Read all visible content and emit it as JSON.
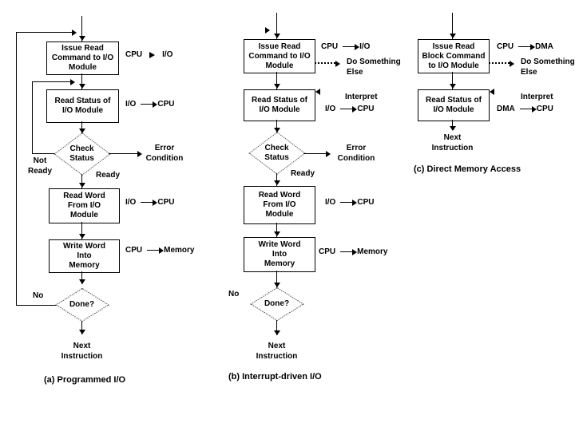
{
  "page": {
    "background": "#ffffff",
    "ink": "#000000"
  },
  "a": {
    "caption": "(a) Programmed I/O",
    "box_issue": "Issue Read\nCommand to I/O\nModule",
    "box_read_status": "Read Status of\nI/O Module",
    "diamond_check": "Check\nStatus",
    "label_error": "Error\nCondition",
    "label_not_ready": "Not\nReady",
    "label_ready": "Ready",
    "box_read_word": "Read Word\nFrom I/O\nModule",
    "box_write_word": "Write Word\nInto\nMemory",
    "label_no": "No",
    "diamond_done": "Done?",
    "label_next": "Next\nInstruction",
    "pair1": {
      "left": "CPU",
      "right": "I/O"
    },
    "pair2": {
      "left": "I/O",
      "right": "CPU"
    },
    "pair3": {
      "left": "I/O",
      "right": "CPU"
    },
    "pair4": {
      "left": "CPU",
      "right": "Memory"
    }
  },
  "b": {
    "caption": "(b) Interrupt-driven I/O",
    "box_issue": "Issue Read\nCommand to I/O\nModule",
    "label_do_something": "Do Something\nElse",
    "box_read_status": "Read Status of\nI/O Module",
    "label_interpret": "Interpret",
    "diamond_check": "Check\nStatus",
    "label_error": "Error\nCondition",
    "label_ready": "Ready",
    "box_read_word": "Read Word\nFrom I/O\nModule",
    "box_write_word": "Write Word\nInto\nMemory",
    "label_no": "No",
    "diamond_done": "Done?",
    "label_next": "Next\nInstruction",
    "pair1": {
      "left": "CPU",
      "right": "I/O"
    },
    "pair2": {
      "left": "I/O",
      "right": "CPU"
    },
    "pair3": {
      "left": "I/O",
      "right": "CPU"
    },
    "pair4": {
      "left": "CPU",
      "right": "Memory"
    }
  },
  "c": {
    "caption": "(c) Direct Memory Access",
    "box_issue": "Issue Read\nBlock Command\nto I/O Module",
    "label_do_something": "Do Something\nElse",
    "box_read_status": "Read Status of\nI/O Module",
    "label_interpret": "Interpret",
    "label_next": "Next\nInstruction",
    "pair1": {
      "left": "CPU",
      "right": "DMA"
    },
    "pair2": {
      "left": "DMA",
      "right": "CPU"
    }
  }
}
